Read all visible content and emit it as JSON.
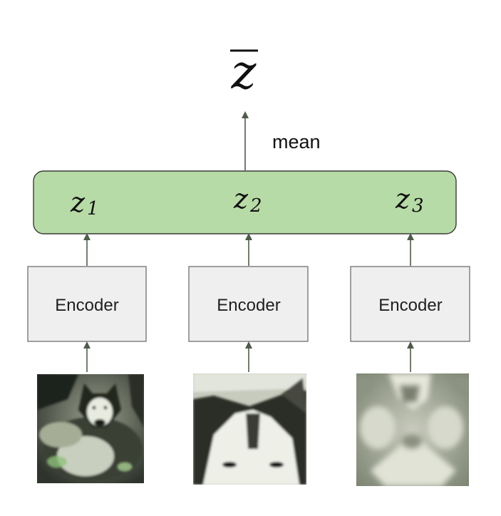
{
  "output": {
    "symbol": "z",
    "bar": true
  },
  "aggregation_label": "mean",
  "latents": [
    {
      "symbol": "z",
      "subscript": "1"
    },
    {
      "symbol": "z",
      "subscript": "2"
    },
    {
      "symbol": "z",
      "subscript": "3"
    }
  ],
  "encoders": [
    {
      "label": "Encoder"
    },
    {
      "label": "Encoder"
    },
    {
      "label": "Encoder"
    }
  ],
  "input_images": [
    {
      "name": "husky-full-view"
    },
    {
      "name": "husky-face-closeup"
    },
    {
      "name": "husky-blurred-crop"
    }
  ],
  "colors": {
    "latent_box_fill": "#b7dba6",
    "latent_box_stroke": "#3b3b3b",
    "encoder_fill": "#efefef",
    "encoder_stroke": "#6f6f6f",
    "arrow": "#4e5b4a"
  }
}
